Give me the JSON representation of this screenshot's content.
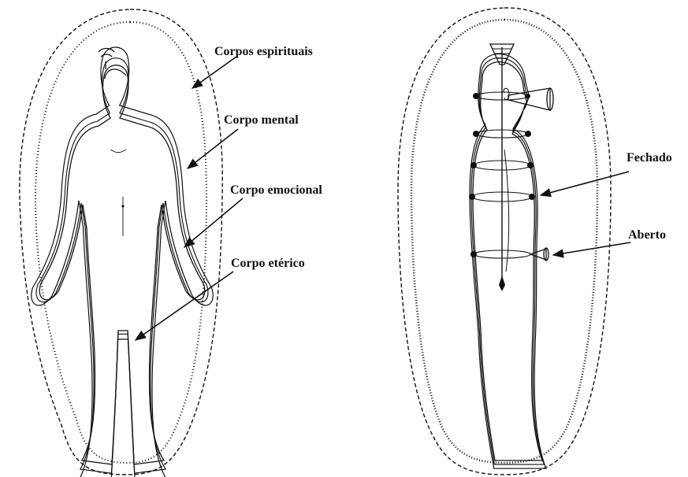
{
  "figure": {
    "left": {
      "labels": {
        "spiritual": "Corpos espirituais",
        "mental": "Corpo mental",
        "emotional": "Corpo emocional",
        "etheric": "Corpo etérico"
      }
    },
    "right": {
      "labels": {
        "closed": "Fechado",
        "open": "Aberto"
      }
    }
  },
  "colors": {
    "ink": "#111111",
    "background": "#ffffff"
  }
}
